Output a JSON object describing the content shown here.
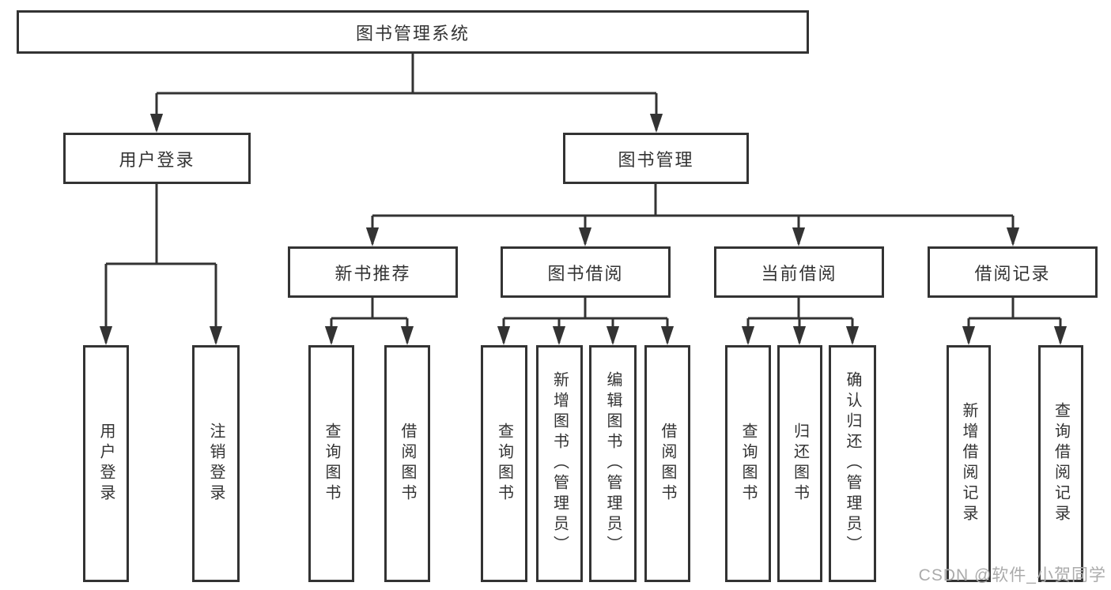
{
  "colors": {
    "line": "#333333",
    "box_border": "#333333",
    "text": "#333333",
    "background": "#ffffff",
    "watermark": "#ababab"
  },
  "tree": {
    "root": {
      "label": "图书管理系统"
    },
    "branches": [
      {
        "label": "用户登录",
        "children": [
          {
            "label": "用户登录"
          },
          {
            "label": "注销登录"
          }
        ]
      },
      {
        "label": "图书管理",
        "children": [
          {
            "label": "新书推荐",
            "children": [
              {
                "label": "查询图书"
              },
              {
                "label": "借阅图书"
              }
            ]
          },
          {
            "label": "图书借阅",
            "children": [
              {
                "label": "查询图书"
              },
              {
                "label": "新增图书（管理员）"
              },
              {
                "label": "编辑图书（管理员）"
              },
              {
                "label": "借阅图书"
              }
            ]
          },
          {
            "label": "当前借阅",
            "children": [
              {
                "label": "查询图书"
              },
              {
                "label": "归还图书"
              },
              {
                "label": "确认归还（管理员）"
              }
            ]
          },
          {
            "label": "借阅记录",
            "children": [
              {
                "label": "新增借阅记录"
              },
              {
                "label": "查询借阅记录"
              }
            ]
          }
        ]
      }
    ]
  },
  "watermark": {
    "text": "CSDN @软件_小贺同学"
  }
}
